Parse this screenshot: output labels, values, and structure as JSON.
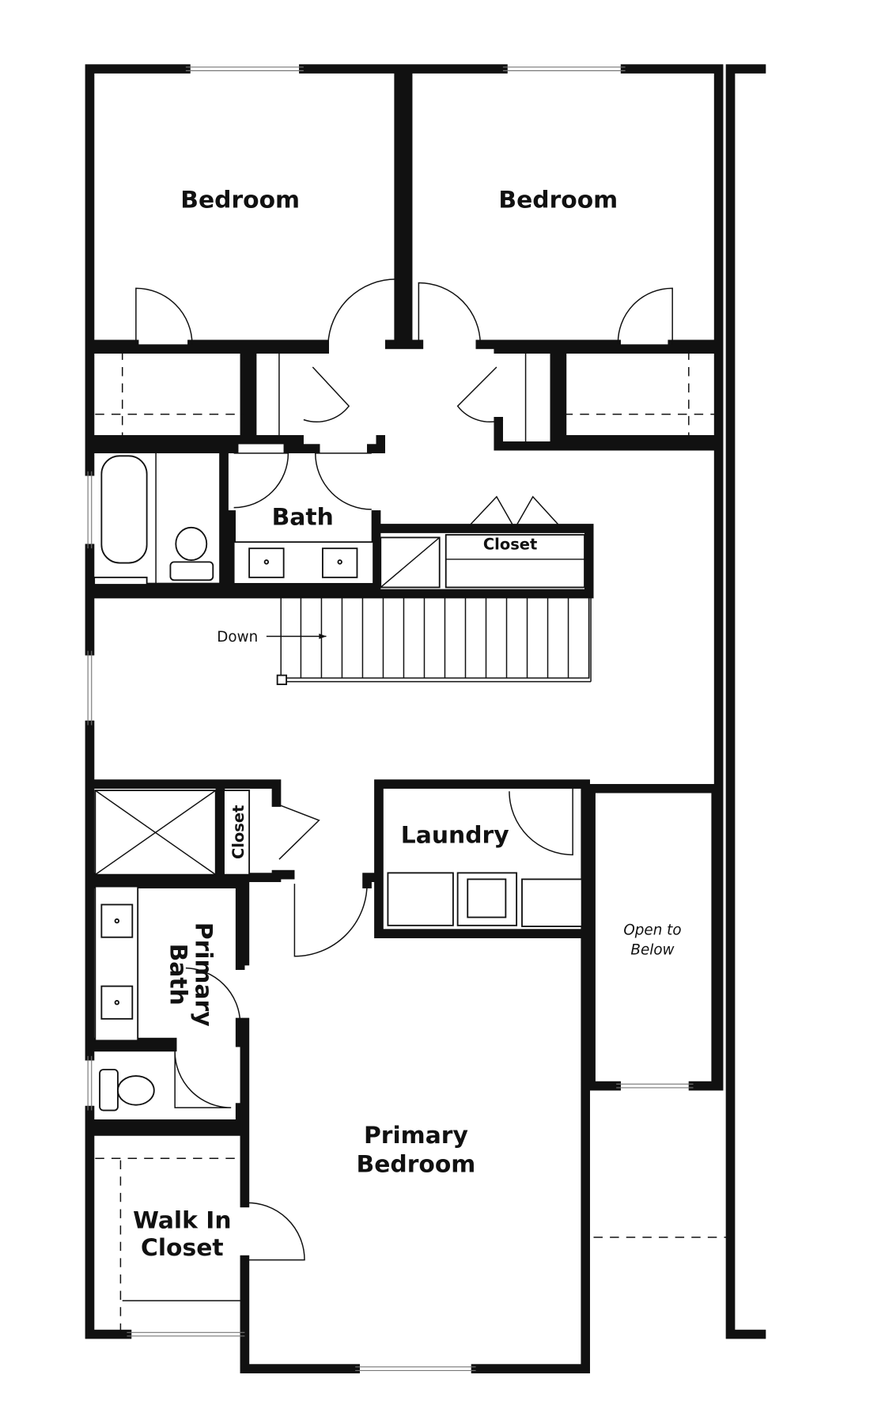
{
  "plan": {
    "rooms": {
      "bedroom_1": "Bedroom",
      "bedroom_2": "Bedroom",
      "bath": "Bath",
      "hall_closet": "Closet",
      "stairs_label": "Down",
      "primary_closet": "Closet",
      "laundry": "Laundry",
      "open_below_1": "Open to",
      "open_below_2": "Below",
      "primary_bath_1": "Primary",
      "primary_bath_2": "Bath",
      "primary_bedroom_1": "Primary",
      "primary_bedroom_2": "Bedroom",
      "walk_in_1": "Walk In",
      "walk_in_2": "Closet"
    },
    "colors": {
      "line": "#111111",
      "background": "#ffffff"
    }
  }
}
